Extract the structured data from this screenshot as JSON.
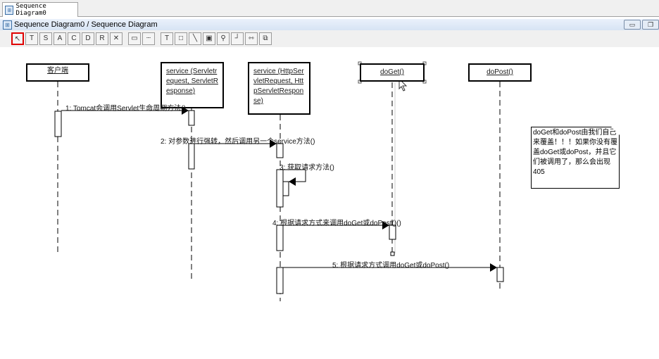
{
  "tab": {
    "label": "Sequence Diagram0"
  },
  "window": {
    "title": "Sequence Diagram0 / Sequence Diagram",
    "minimize": "▭",
    "restore": "❐"
  },
  "toolbar": {
    "items": [
      {
        "name": "select-tool",
        "glyph": "↖"
      },
      {
        "name": "lifeline-tool",
        "glyph": "T"
      },
      {
        "name": "sync-message-tool",
        "glyph": "S"
      },
      {
        "name": "async-message-tool",
        "glyph": "A"
      },
      {
        "name": "create-message-tool",
        "glyph": "C"
      },
      {
        "name": "destroy-message-tool",
        "glyph": "D"
      },
      {
        "name": "return-message-tool",
        "glyph": "R"
      },
      {
        "name": "actor-tool",
        "glyph": "✕"
      },
      {
        "name": "note-tool",
        "glyph": "▭"
      },
      {
        "name": "anchor-tool",
        "glyph": "┈"
      },
      {
        "name": "text-tool",
        "glyph": "T"
      },
      {
        "name": "rectangle-tool",
        "glyph": "□"
      },
      {
        "name": "line-tool",
        "glyph": "╲"
      },
      {
        "name": "image-tool",
        "glyph": "▣"
      },
      {
        "name": "layout-tool",
        "glyph": "⚲"
      },
      {
        "name": "connector-tool",
        "glyph": "┘"
      },
      {
        "name": "fit-tool",
        "glyph": "⇿"
      },
      {
        "name": "layers-tool",
        "glyph": "⧉"
      }
    ]
  },
  "diagram": {
    "objects": [
      {
        "id": "client",
        "label": "客户端"
      },
      {
        "id": "service1",
        "label": "service (Servletrequest, ServletResponse)"
      },
      {
        "id": "service2",
        "label": "service (HttpServletRequest, HttpServletResponse)"
      },
      {
        "id": "doget",
        "label": "doGet()"
      },
      {
        "id": "dopost",
        "label": "doPost()"
      }
    ],
    "messages": [
      "1: Tomcat会调用Servlet生命周期方法()",
      "2: 对参数进行强转，然后调用另一个service方法()",
      "3: 获取请求方法()",
      "4: 根据请求方式来调用doGet或doPost()()",
      "5: 根据请求方式调用doGet或doPost()"
    ],
    "note": "doGet和doPost由我们自己来覆盖！！！如果你没有覆盖doGet或doPost，并且它们被调用了，那么会出现405"
  }
}
